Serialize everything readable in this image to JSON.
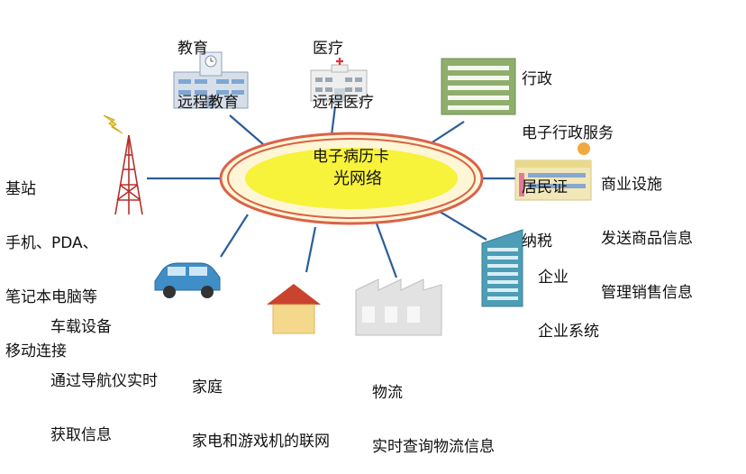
{
  "center": {
    "label": "光网络"
  },
  "nodes": {
    "education": {
      "lines": [
        "教育",
        "远程教育"
      ]
    },
    "medical": {
      "lines": [
        "医疗",
        "远程医疗",
        "电子病历卡"
      ]
    },
    "government": {
      "lines": [
        "行政",
        "电子行政服务",
        "居民证",
        "纳税"
      ]
    },
    "commerce": {
      "lines": [
        "商业设施",
        "发送商品信息",
        "管理销售信息"
      ]
    },
    "enterprise": {
      "lines": [
        "企业",
        "企业系统"
      ]
    },
    "logistics": {
      "lines": [
        "物流",
        "实时查询物流信息"
      ]
    },
    "home": {
      "lines": [
        "家庭",
        "家电和游戏机的联网"
      ]
    },
    "vehicle": {
      "lines": [
        "车载设备",
        "通过导航仪实时",
        "获取信息"
      ]
    },
    "basestation": {
      "lines": [
        "基站",
        "手机、PDA、",
        "笔记本电脑等",
        "移动连接"
      ]
    }
  },
  "colors": {
    "ellipse_fill": "#f7f23a",
    "ring_red": "#d9634a",
    "ring_fill": "#fff6d5",
    "link": "#2a5d9a",
    "building_green": "#8fae6c",
    "enterprise_teal": "#4e9db6",
    "car_blue": "#3f8ec8",
    "roof_red": "#c9432f",
    "house_wall": "#f4d88c",
    "tower_red": "#b5302a",
    "factory_gray": "#cfcfcf"
  }
}
